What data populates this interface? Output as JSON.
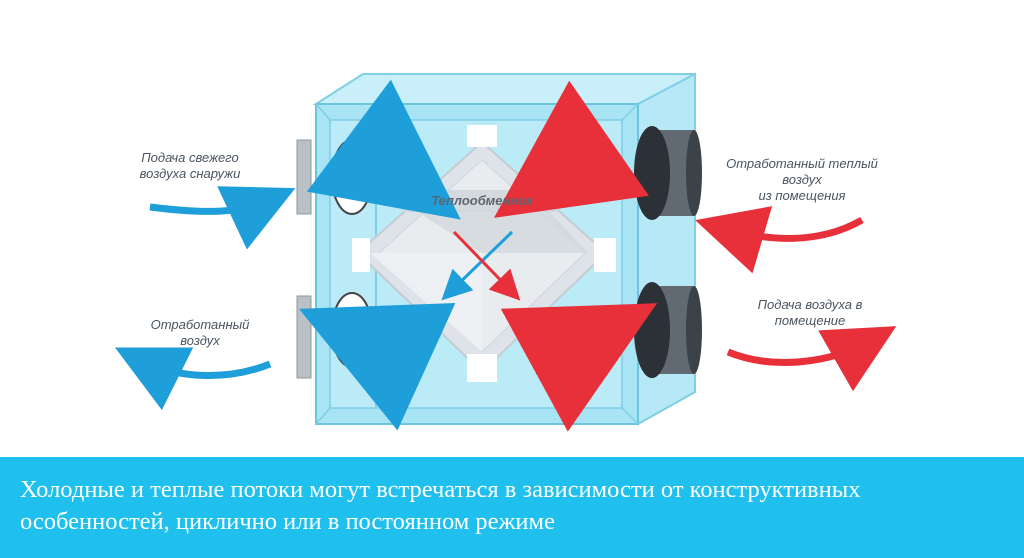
{
  "labels": {
    "fresh_air_in": "Подача свежего\nвоздуха снаружи",
    "exhaust_air_out": "Отработанный\nвоздух",
    "exhaust_warm_in": "Отработанный теплый\nвоздух\nиз помещения",
    "supply_to_room": "Подача воздуха в\nпомещение",
    "heat_exchanger": "Теплообменник"
  },
  "caption": {
    "text": "Холодные и теплые потоки могут встречаться в зависимости от конструктивных особенностей, циклично или в постоянном режиме"
  },
  "colors": {
    "cold_flow": "#1e9fd9",
    "warm_flow": "#e8303a",
    "housing": "#a9e4f4",
    "caption_bar": "#1fc0ee"
  }
}
